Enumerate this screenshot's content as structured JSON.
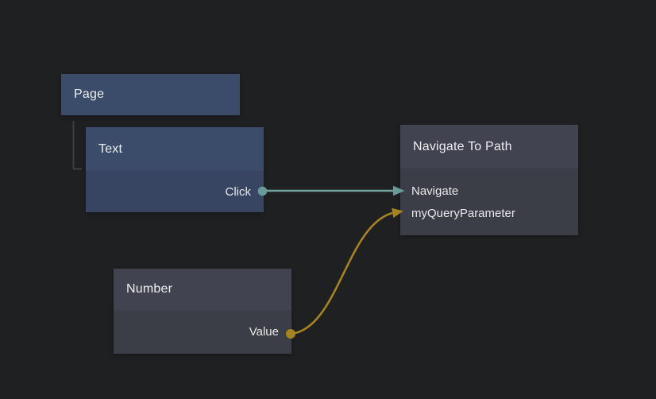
{
  "editor": {
    "background_color": "#1f2022",
    "hierarchy_connector": {
      "parent": "Page",
      "child": "Text",
      "color": "#3e3e3e"
    },
    "nodes": [
      {
        "title": "Page",
        "kind": "widget-node",
        "header_color": "#3b4c6b",
        "ports": []
      },
      {
        "title": "Text",
        "kind": "widget-node",
        "header_color": "#3b4c6b",
        "body_color": "#374563",
        "ports": [
          {
            "label": "Click",
            "direction": "output",
            "type": "event",
            "color": "#679a98"
          }
        ]
      },
      {
        "title": "Navigate To Path",
        "kind": "action-node",
        "header_color": "#414350",
        "body_color": "#3b3d47",
        "ports": [
          {
            "label": "Navigate",
            "direction": "input",
            "type": "event",
            "color": "#679a98"
          },
          {
            "label": "myQueryParameter",
            "direction": "input",
            "type": "value",
            "color": "#a5831e"
          }
        ]
      },
      {
        "title": "Number",
        "kind": "value-node",
        "header_color": "#414350",
        "body_color": "#3b3d47",
        "ports": [
          {
            "label": "Value",
            "direction": "output",
            "type": "value",
            "color": "#a5831e"
          }
        ]
      }
    ],
    "connections": [
      {
        "from_node": "Text",
        "from_port": "Click",
        "to_node": "Navigate To Path",
        "to_port": "Navigate",
        "color": "#679a98"
      },
      {
        "from_node": "Number",
        "from_port": "Value",
        "to_node": "Navigate To Path",
        "to_port": "myQueryParameter",
        "color": "#a5831e"
      }
    ]
  }
}
